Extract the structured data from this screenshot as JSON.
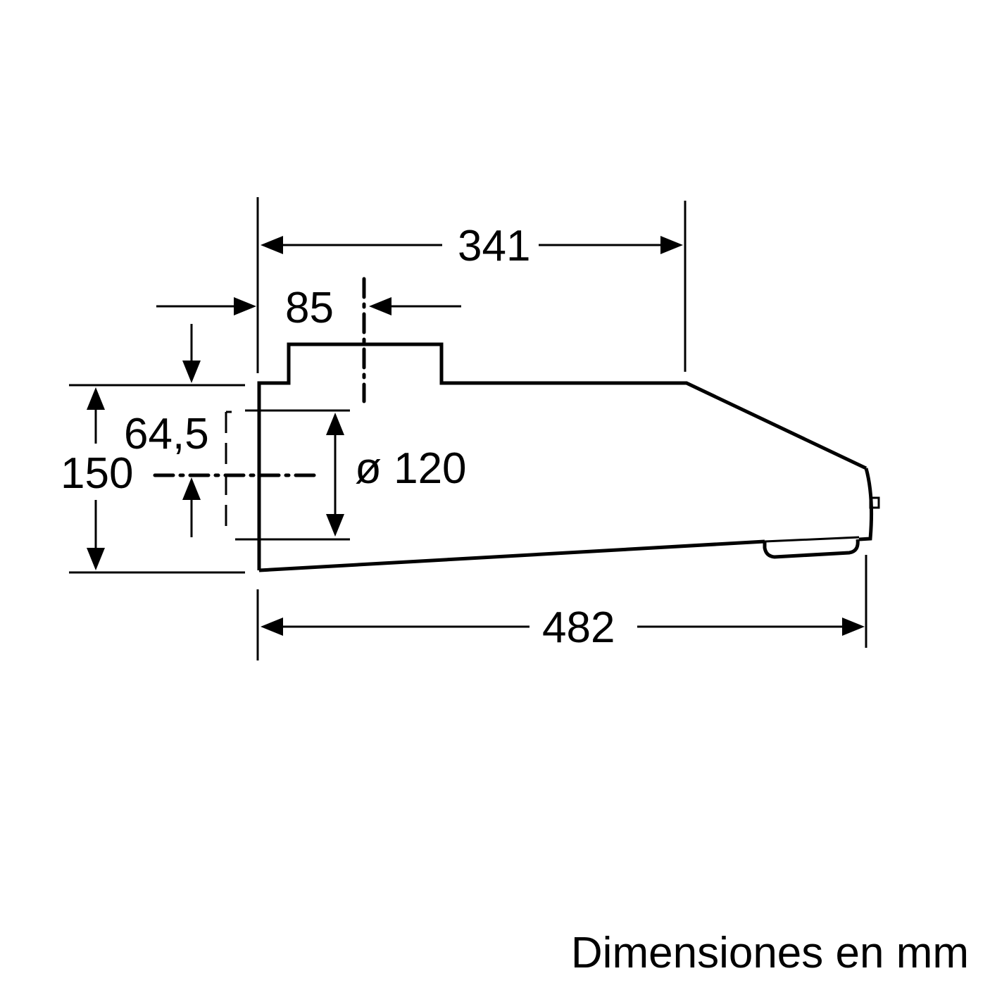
{
  "diagram": {
    "type": "technical-dimension-drawing",
    "subject": "range hood side profile",
    "units": "mm",
    "dimensions": {
      "top_length": "341",
      "outlet_offset": "85",
      "total_height": "150",
      "outlet_center_height": "64,5",
      "outlet_diameter": "ø 120",
      "total_depth": "482"
    },
    "caption": "Dimensiones en mm"
  }
}
